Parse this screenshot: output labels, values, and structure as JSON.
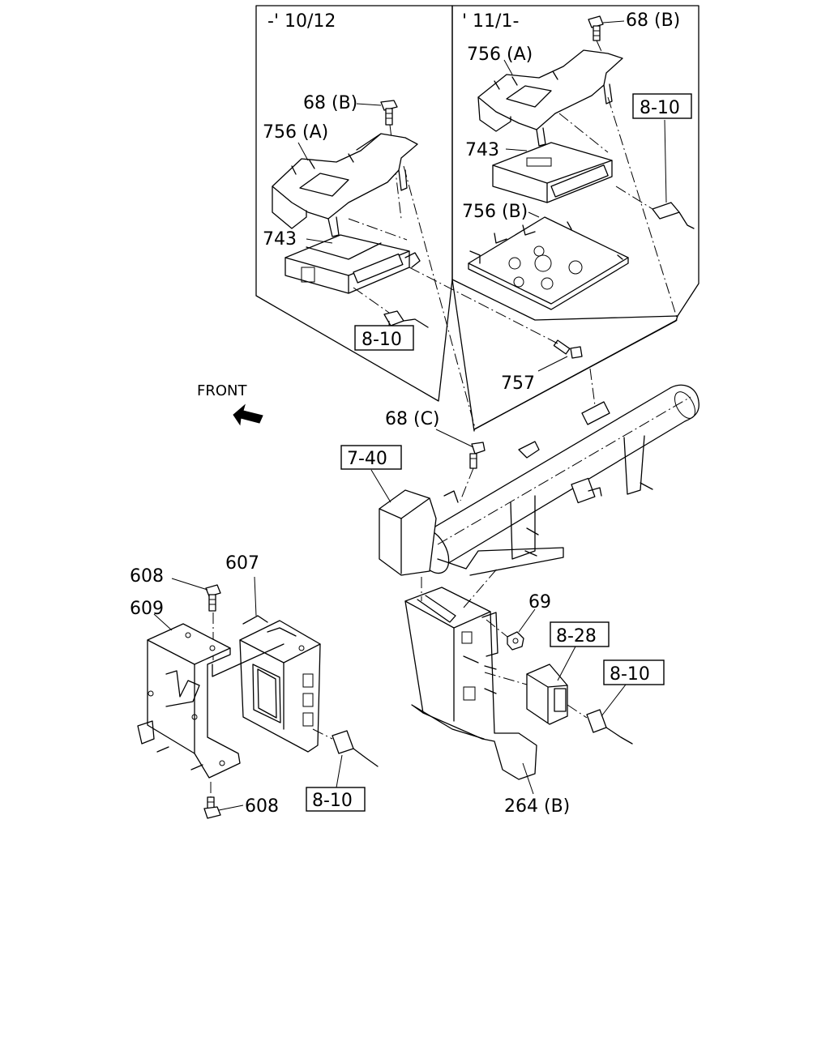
{
  "panels": {
    "left_label": "-' 10/12",
    "right_label": "' 11/1-"
  },
  "labels": {
    "p68b_left": "68 (B)",
    "p756a_left": "756 (A)",
    "p743_left": "743",
    "ref_810_left": "8-10",
    "p68b_right": "68 (B)",
    "p756a_right": "756 (A)",
    "p743_right": "743",
    "p756b_right": "756 (B)",
    "ref_810_right": "8-10",
    "p757": "757",
    "front": "FRONT",
    "p68c": "68 (C)",
    "ref_740": "7-40",
    "p608_top": "608",
    "p607": "607",
    "p609": "609",
    "p69": "69",
    "ref_828": "8-28",
    "ref_810_mid": "8-10",
    "ref_810_bottom": "8-10",
    "p608_bottom": "608",
    "p264b": "264 (B)"
  }
}
